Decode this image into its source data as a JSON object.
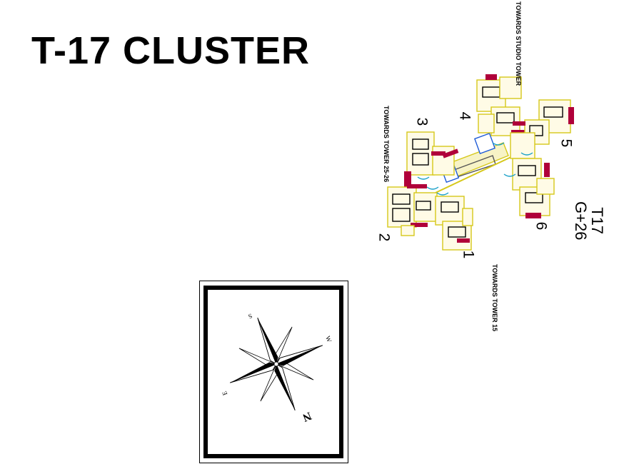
{
  "title": "T-17 CLUSTER",
  "labels": {
    "studio": "TOWARDS STUDIO TOWER",
    "tower2526": "TOWARDS TOWER 25-26",
    "tower15": "TOWARDS TOWER 15"
  },
  "tower": {
    "line1": "T17",
    "line2": "G+26"
  },
  "units": [
    "1",
    "2",
    "3",
    "4",
    "5",
    "6"
  ],
  "compass": {
    "n": "N",
    "s": "S",
    "e": "E",
    "w": "W"
  },
  "colors": {
    "wall": "#b0003a",
    "outline": "#d6c81a",
    "accent": "#1e5bd6",
    "ink": "#000000"
  }
}
